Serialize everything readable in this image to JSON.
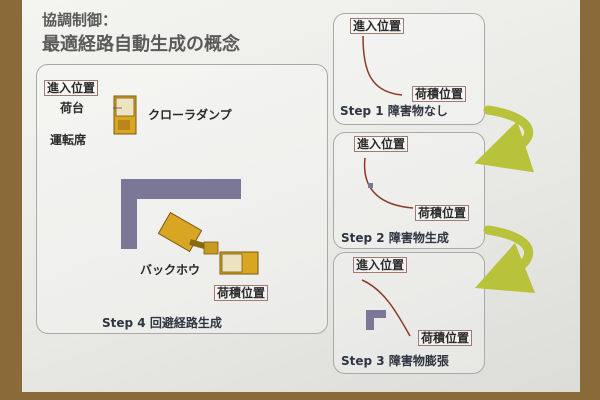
{
  "title": {
    "line1": "協調制御：",
    "line2": "最適経路自動生成の概念"
  },
  "main_panel": {
    "entry_label": "進入位置",
    "bed_label": "荷台",
    "cab_label": "運転席",
    "dumper_label": "クローラダンプ",
    "backhoe_label": "バックホウ",
    "loading_label": "荷積位置",
    "caption": "Step 4  回避経路生成"
  },
  "steps": [
    {
      "entry": "進入位置",
      "loading": "荷積位置",
      "caption": "Step 1  障害物なし"
    },
    {
      "entry": "進入位置",
      "loading": "荷積位置",
      "caption": "Step 2  障害物生成"
    },
    {
      "entry": "進入位置",
      "loading": "荷積位置",
      "caption": "Step 3  障害物膨張"
    }
  ],
  "colors": {
    "obstacle": "#7b7796",
    "machine_yellow": "#d9a623",
    "path": "#8a3b2a",
    "arrow_green": "#b8c23a"
  }
}
